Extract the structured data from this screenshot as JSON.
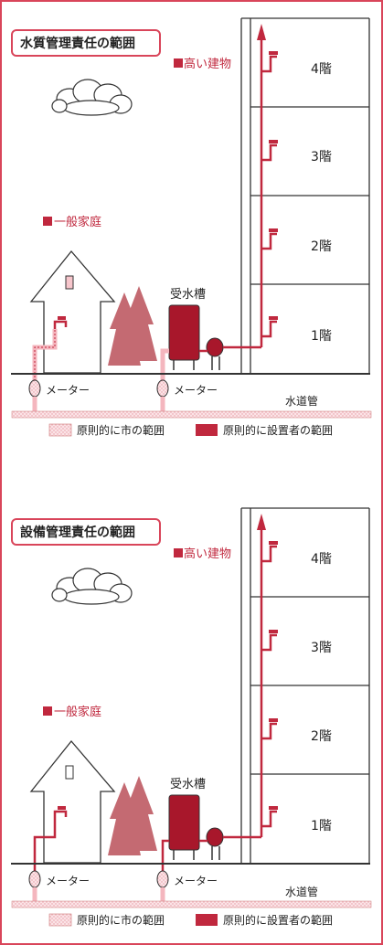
{
  "colors": {
    "accent": "#c0283e",
    "pipe": "#c0283e",
    "tank": "#a8172b",
    "city_hatch": "#f4c6cc",
    "tree": "#c46a72",
    "border": "#d9455a"
  },
  "panels": [
    {
      "title": "水質管理責任の範囲",
      "tall_building_label": "高い建物",
      "house_label": "一般家庭",
      "tank_label": "受水槽",
      "floors": [
        "4階",
        "3階",
        "2階",
        "1階"
      ],
      "meter_left": "メーター",
      "meter_right": "メーター",
      "main_pipe": "水道管",
      "legend_city": "原則的に市の範囲",
      "legend_owner": "原則的に設置者の範囲"
    },
    {
      "title": "設備管理責任の範囲",
      "tall_building_label": "高い建物",
      "house_label": "一般家庭",
      "tank_label": "受水槽",
      "floors": [
        "4階",
        "3階",
        "2階",
        "1階"
      ],
      "meter_left": "メーター",
      "meter_right": "メーター",
      "main_pipe": "水道管",
      "legend_city": "原則的に市の範囲",
      "legend_owner": "原則的に設置者の範囲"
    }
  ]
}
